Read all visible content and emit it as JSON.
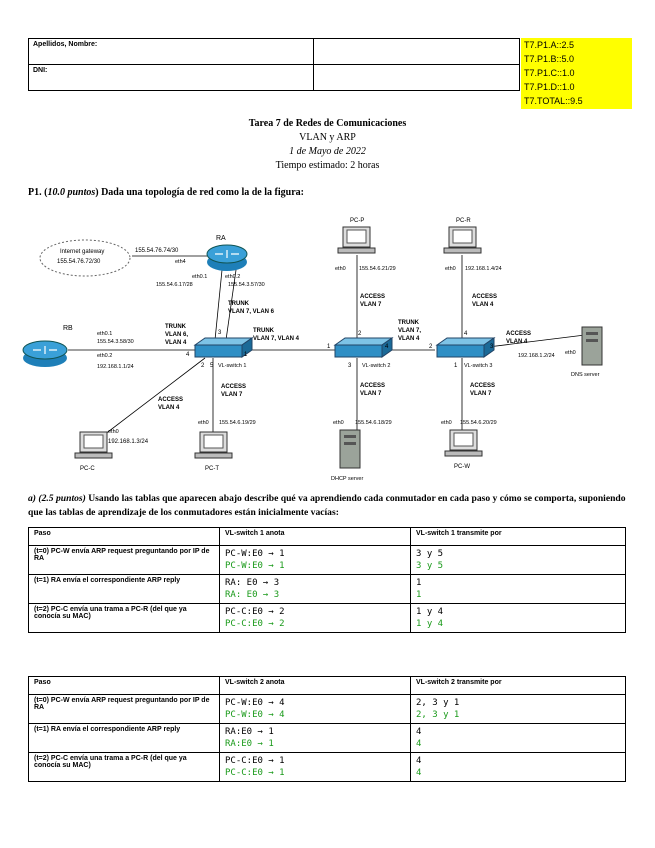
{
  "header": {
    "name_label": "Apellidos, Nombre:",
    "dni_label": "DNI:",
    "grades": [
      "T7.P1.A::2.5",
      "T7.P1.B::5.0",
      "T7.P1.C::1.0",
      "T7.P1.D::1.0",
      "T7.TOTAL::9.5"
    ]
  },
  "title": {
    "line1": "Tarea 7 de Redes de Comunicaciones",
    "line2": "VLAN y ARP",
    "line3": "1 de Mayo de 2022",
    "line4": "Tiempo estimado: 2 horas"
  },
  "p1": {
    "prefix": "P1. (",
    "points": "10.0 puntos",
    "suffix": ") Dada una topología de red como la de la figura:"
  },
  "diagram": {
    "internet": "Internet gateway",
    "internet_net": "155.54.76.72/30",
    "ra_link_ip": "155.54.76.74/30",
    "ra_port_eth": "eth4",
    "ra": "RA",
    "ra_eth1": "eth0.1",
    "ra_eth1_ip": "155.54.6.17/28",
    "ra_eth2": "eth0.2",
    "ra_eth2_ip": "155.54.3.57/30",
    "rb": "RB",
    "rb_eth1": "eth0.1",
    "rb_eth1_ip": "155.54.3.58/30",
    "rb_eth2": "eth0.2",
    "rb_eth2_ip": "192.168.1.1/24",
    "trunk_ra": "TRUNK\nVLAN 7, VLAN 6",
    "trunk_rb": "TRUNK\nVLAN 6,\nVLAN 4",
    "trunk_s1s2": "TRUNK\nVLAN 7, VLAN 4",
    "trunk_s2s3": "TRUNK\nVLAN 7,\nVLAN 4",
    "s1": "VL-switch 1",
    "s2": "VL-switch 2",
    "s3": "VL-switch 3",
    "pcp": "PC-P",
    "pcp_eth": "eth0",
    "pcp_ip": "155.54.6.21/29",
    "access_pcp": "ACCESS\nVLAN 7",
    "pcr": "PC-R",
    "pcr_eth": "eth0",
    "pcr_ip": "192.168.1.4/24",
    "access_pcr": "ACCESS\nVLAN 4",
    "dns": "DNS server",
    "dns_eth": "eth0",
    "dns_ip": "192.168.1.2/24",
    "access_dns": "ACCESS\nVLAN 4",
    "pcc": "PC-C",
    "pcc_eth": "eth0",
    "pcc_ip": "192.168.1.3/24",
    "access_pcc": "ACCESS\nVLAN 4",
    "pct": "PC-T",
    "pct_eth": "eth0",
    "pct_ip": "155.54.6.19/29",
    "access_pct": "ACCESS\nVLAN 7",
    "dhcp": "DHCP server",
    "dhcp_eth": "eth0",
    "dhcp_ip": "155.54.6.18/29",
    "access_dhcp": "ACCESS\nVLAN 7",
    "pcw": "PC-W",
    "pcw_eth": "eth0",
    "pcw_ip": "155.54.6.20/29",
    "access_pcw": "ACCESS\nVLAN 7",
    "ports": {
      "s1_3": "3",
      "s1_4": "4",
      "s1_1": "1",
      "s1_2": "2",
      "s1_5": "5",
      "s2_1": "1",
      "s2_2": "2",
      "s2_3": "3",
      "s2_4": "4",
      "s3_2": "2",
      "s3_4": "4",
      "s3_3": "3",
      "s3_1": "1"
    }
  },
  "pa": {
    "label": "a) (2.5 puntos)",
    "text": " Usando las tablas que aparecen abajo describe qué va aprendiendo cada conmutador en cada paso y cómo se comporta, suponiendo que las tablas de aprendizaje de los conmutadores están inicialmente vacías:"
  },
  "table1": {
    "headers": [
      "Paso",
      "VL-switch 1 anota",
      "VL-switch 1 transmite por"
    ],
    "rows": [
      {
        "step": "(t=0) PC-W envía ARP request preguntando por IP de RA",
        "learn": "PC-W:E0 → 1",
        "learn_g": "PC-W:E0 → 1",
        "tx": "3 y 5",
        "tx_g": "3 y 5"
      },
      {
        "step": "(t=1) RA envía el correspondiente ARP reply",
        "learn": "RA: E0 → 3",
        "learn_g": "RA: E0 → 3",
        "tx": "1",
        "tx_g": "1"
      },
      {
        "step": "(t=2) PC-C envía una trama a PC-R (del que ya conocía su MAC)",
        "learn": "PC-C:E0 → 2",
        "learn_g": "PC-C:E0 → 2",
        "tx": "1 y 4",
        "tx_g": "1 y 4"
      }
    ]
  },
  "table2": {
    "headers": [
      "Paso",
      "VL-switch 2 anota",
      "VL-switch 2 transmite por"
    ],
    "rows": [
      {
        "step": "(t=0) PC-W envía ARP request preguntando por IP de RA",
        "learn": "PC-W:E0 → 4",
        "learn_g": "PC-W:E0 → 4",
        "tx": "2, 3 y 1",
        "tx_g": "2, 3 y 1"
      },
      {
        "step": "(t=1) RA envía el correspondiente ARP reply",
        "learn": "RA:E0 → 1",
        "learn_g": "RA:E0 → 1",
        "tx": "4",
        "tx_g": "4"
      },
      {
        "step": "(t=2) PC-C envía una trama a PC-R (del que ya conocía su MAC)",
        "learn": "PC-C:E0 → 1",
        "learn_g": "PC-C:E0 → 1",
        "tx": "4",
        "tx_g": "4"
      }
    ]
  },
  "colors": {
    "highlight": "#ffff00",
    "answer_green": "#1a9a1a"
  }
}
